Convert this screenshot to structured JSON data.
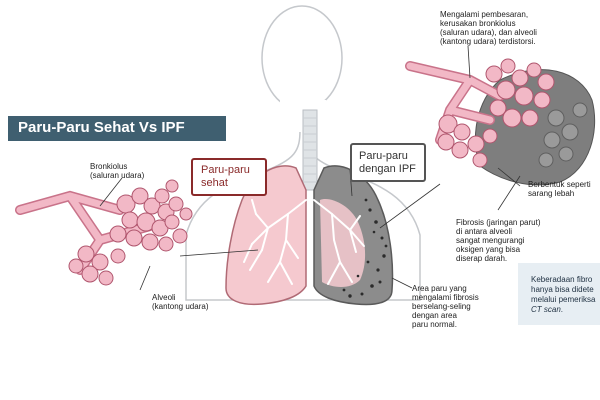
{
  "title": "Paru-Paru Sehat Vs IPF",
  "boxes": {
    "healthy": [
      "Paru-paru",
      "sehat"
    ],
    "ipf": [
      "Paru-paru",
      "dengan IPF"
    ]
  },
  "labels": {
    "bronkiolus_left": [
      "Bronkiolus",
      "(saluran udara)"
    ],
    "alveoli_left": [
      "Alveoli",
      "(kantong udara)"
    ],
    "top_right": [
      "Mengalami pembesaran,",
      "kerusakan bronkiolus",
      "(saluran udara), dan alveoli",
      "(kantong udara) terdistorsi."
    ],
    "honeycomb": [
      "Berbentuk seperti",
      "sarang lebah"
    ],
    "fibrosis": [
      "Fibrosis (jaringan parut)",
      "di antara alveoli",
      "sangat mengurangi",
      "oksigen yang bisa",
      "diserap darah."
    ],
    "area": [
      "Area paru yang",
      "mengalami fibrosis",
      "berselang-seling",
      "dengan area",
      "paru normal."
    ]
  },
  "note": {
    "lines": [
      "Keberadaan fibro",
      "hanya bisa didete",
      "melalui pemeriksa"
    ],
    "italic": "CT scan",
    "suffix": "."
  },
  "colors": {
    "title_bg": "#3f5f70",
    "healthy_lung": "#f5c9cf",
    "ipf_lung": "#8a8a8a",
    "alveoli": "#f2b8c6",
    "alveoli_stroke": "#b0566e",
    "healthy_border": "#8a2a2a",
    "note_bg": "#e7eef3"
  }
}
